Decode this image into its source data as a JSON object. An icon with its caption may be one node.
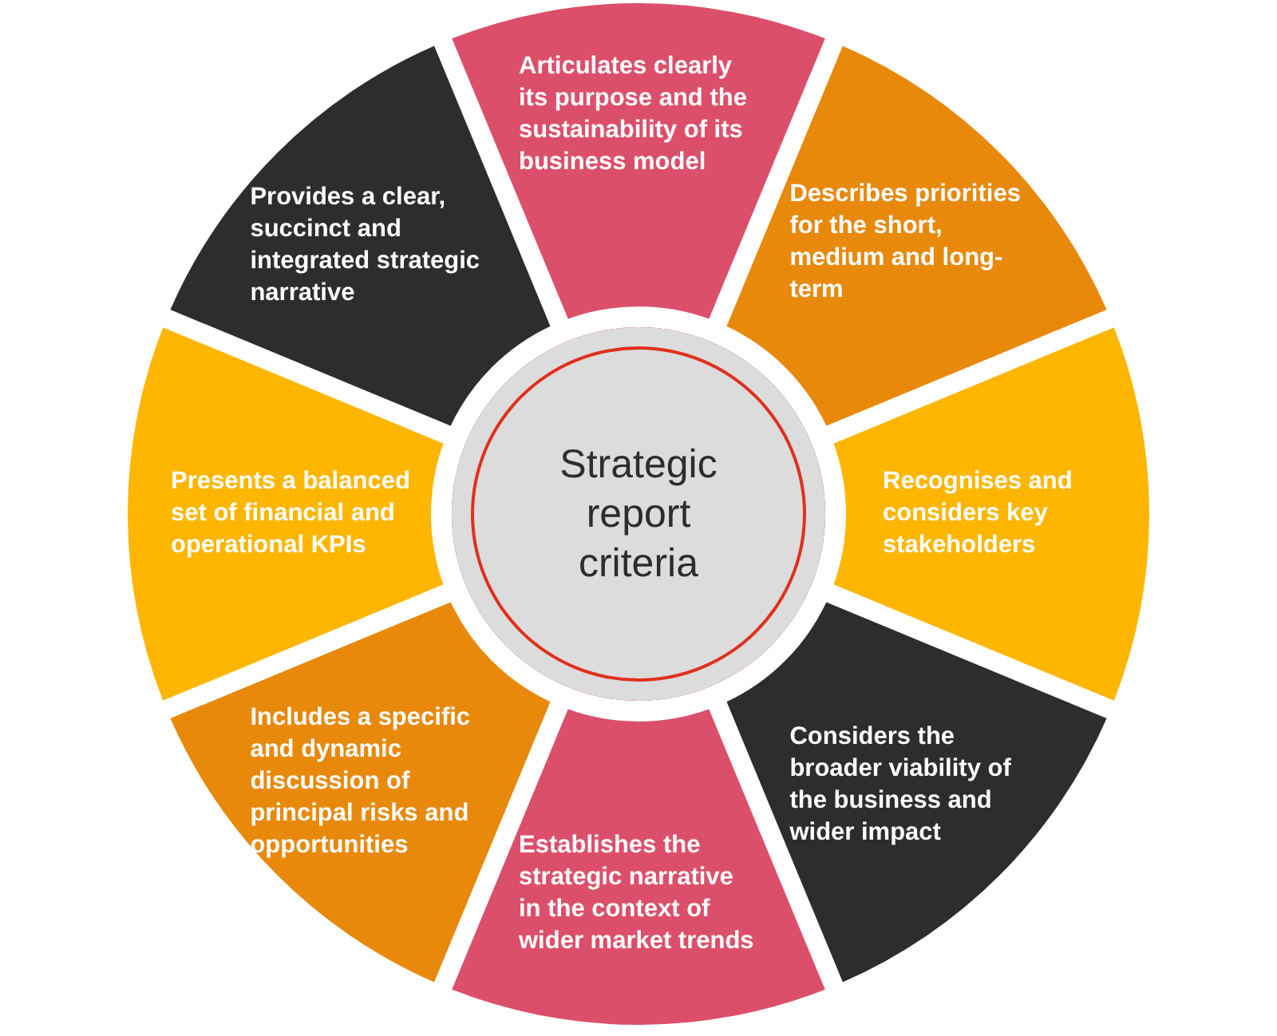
{
  "diagram": {
    "nodes": [
      {
        "text": [
          "Strategic report criteria"
        ]
      },
      {
        "text": [
          "Articulates clearly its purpose and the sustainability of its business model"
        ]
      },
      {
        "text": [
          "Describes priorities for the short, medium and long-term"
        ]
      },
      {
        "text": [
          "Recognises and considers key stakeholders"
        ]
      },
      {
        "text": [
          "Considers the broader viability of the business and wider impact"
        ]
      },
      {
        "text": [
          "Establishes the strategic narrative in the context of wider market trends"
        ]
      },
      {
        "text": [
          "Includes a specific and dynamic discussion of principal risks and opportunities"
        ]
      },
      {
        "text": [
          "Presents a balanced set of financial and operational KPIs"
        ]
      },
      {
        "text": [
          "Provides a clear, succinct and integrated strategic narrative"
        ]
      }
    ]
  }
}
